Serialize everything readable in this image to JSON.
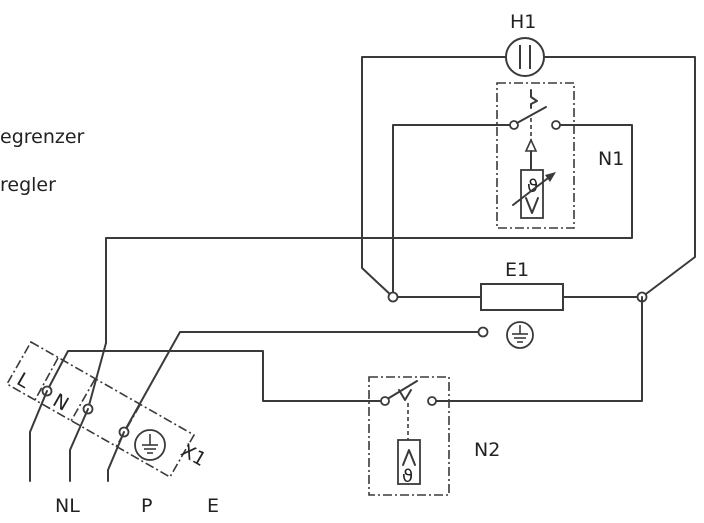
{
  "side_text": [
    "egrenzer",
    "regler"
  ],
  "components": {
    "h1": "H1",
    "n1": "N1",
    "e1": "E1",
    "n2": "N2",
    "x1": "X1"
  },
  "terminal_marks": [
    "L",
    "N"
  ],
  "bottom_labels": [
    "NL",
    "P",
    "E"
  ]
}
